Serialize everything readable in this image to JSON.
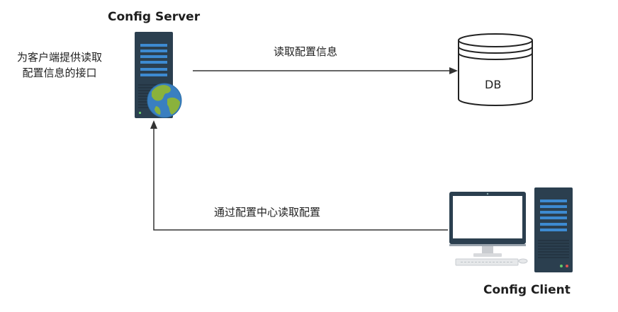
{
  "server": {
    "title": "Config Server",
    "note_line1": "为客户端提供读取",
    "note_line2": "配置信息的接口"
  },
  "db": {
    "label": "DB"
  },
  "client": {
    "title": "Config Client"
  },
  "arrows": {
    "server_to_db_label": "读取配置信息",
    "client_to_server_label": "通过配置中心读取配置"
  },
  "colors": {
    "server_body": "#2b3f4f",
    "server_stripe": "#3d8ad1",
    "line": "#333333",
    "globe_water": "#3a7fc0",
    "globe_land": "#8ab23c"
  }
}
